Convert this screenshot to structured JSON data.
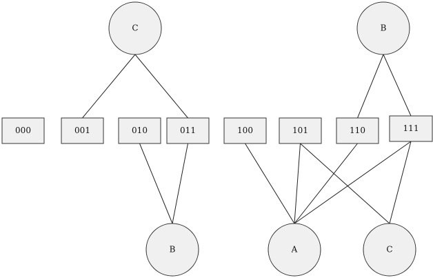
{
  "diagram": {
    "circles": {
      "c_top": "C",
      "b_top": "B",
      "b_bottom": "B",
      "a_bottom": "A",
      "c_bottom": "C"
    },
    "boxes": {
      "b000": "000",
      "b001": "001",
      "b010": "010",
      "b011": "011",
      "b100": "100",
      "b101": "101",
      "b110": "110",
      "b111": "111"
    },
    "edges": [
      [
        "c_top",
        "b001"
      ],
      [
        "c_top",
        "b011"
      ],
      [
        "b010",
        "b_bottom"
      ],
      [
        "b011",
        "b_bottom"
      ],
      [
        "b_top",
        "b110"
      ],
      [
        "b_top",
        "b111"
      ],
      [
        "b100",
        "a_bottom"
      ],
      [
        "b101",
        "a_bottom"
      ],
      [
        "b110",
        "a_bottom"
      ],
      [
        "b111",
        "a_bottom"
      ],
      [
        "b101",
        "c_bottom"
      ],
      [
        "b111",
        "c_bottom"
      ]
    ]
  }
}
